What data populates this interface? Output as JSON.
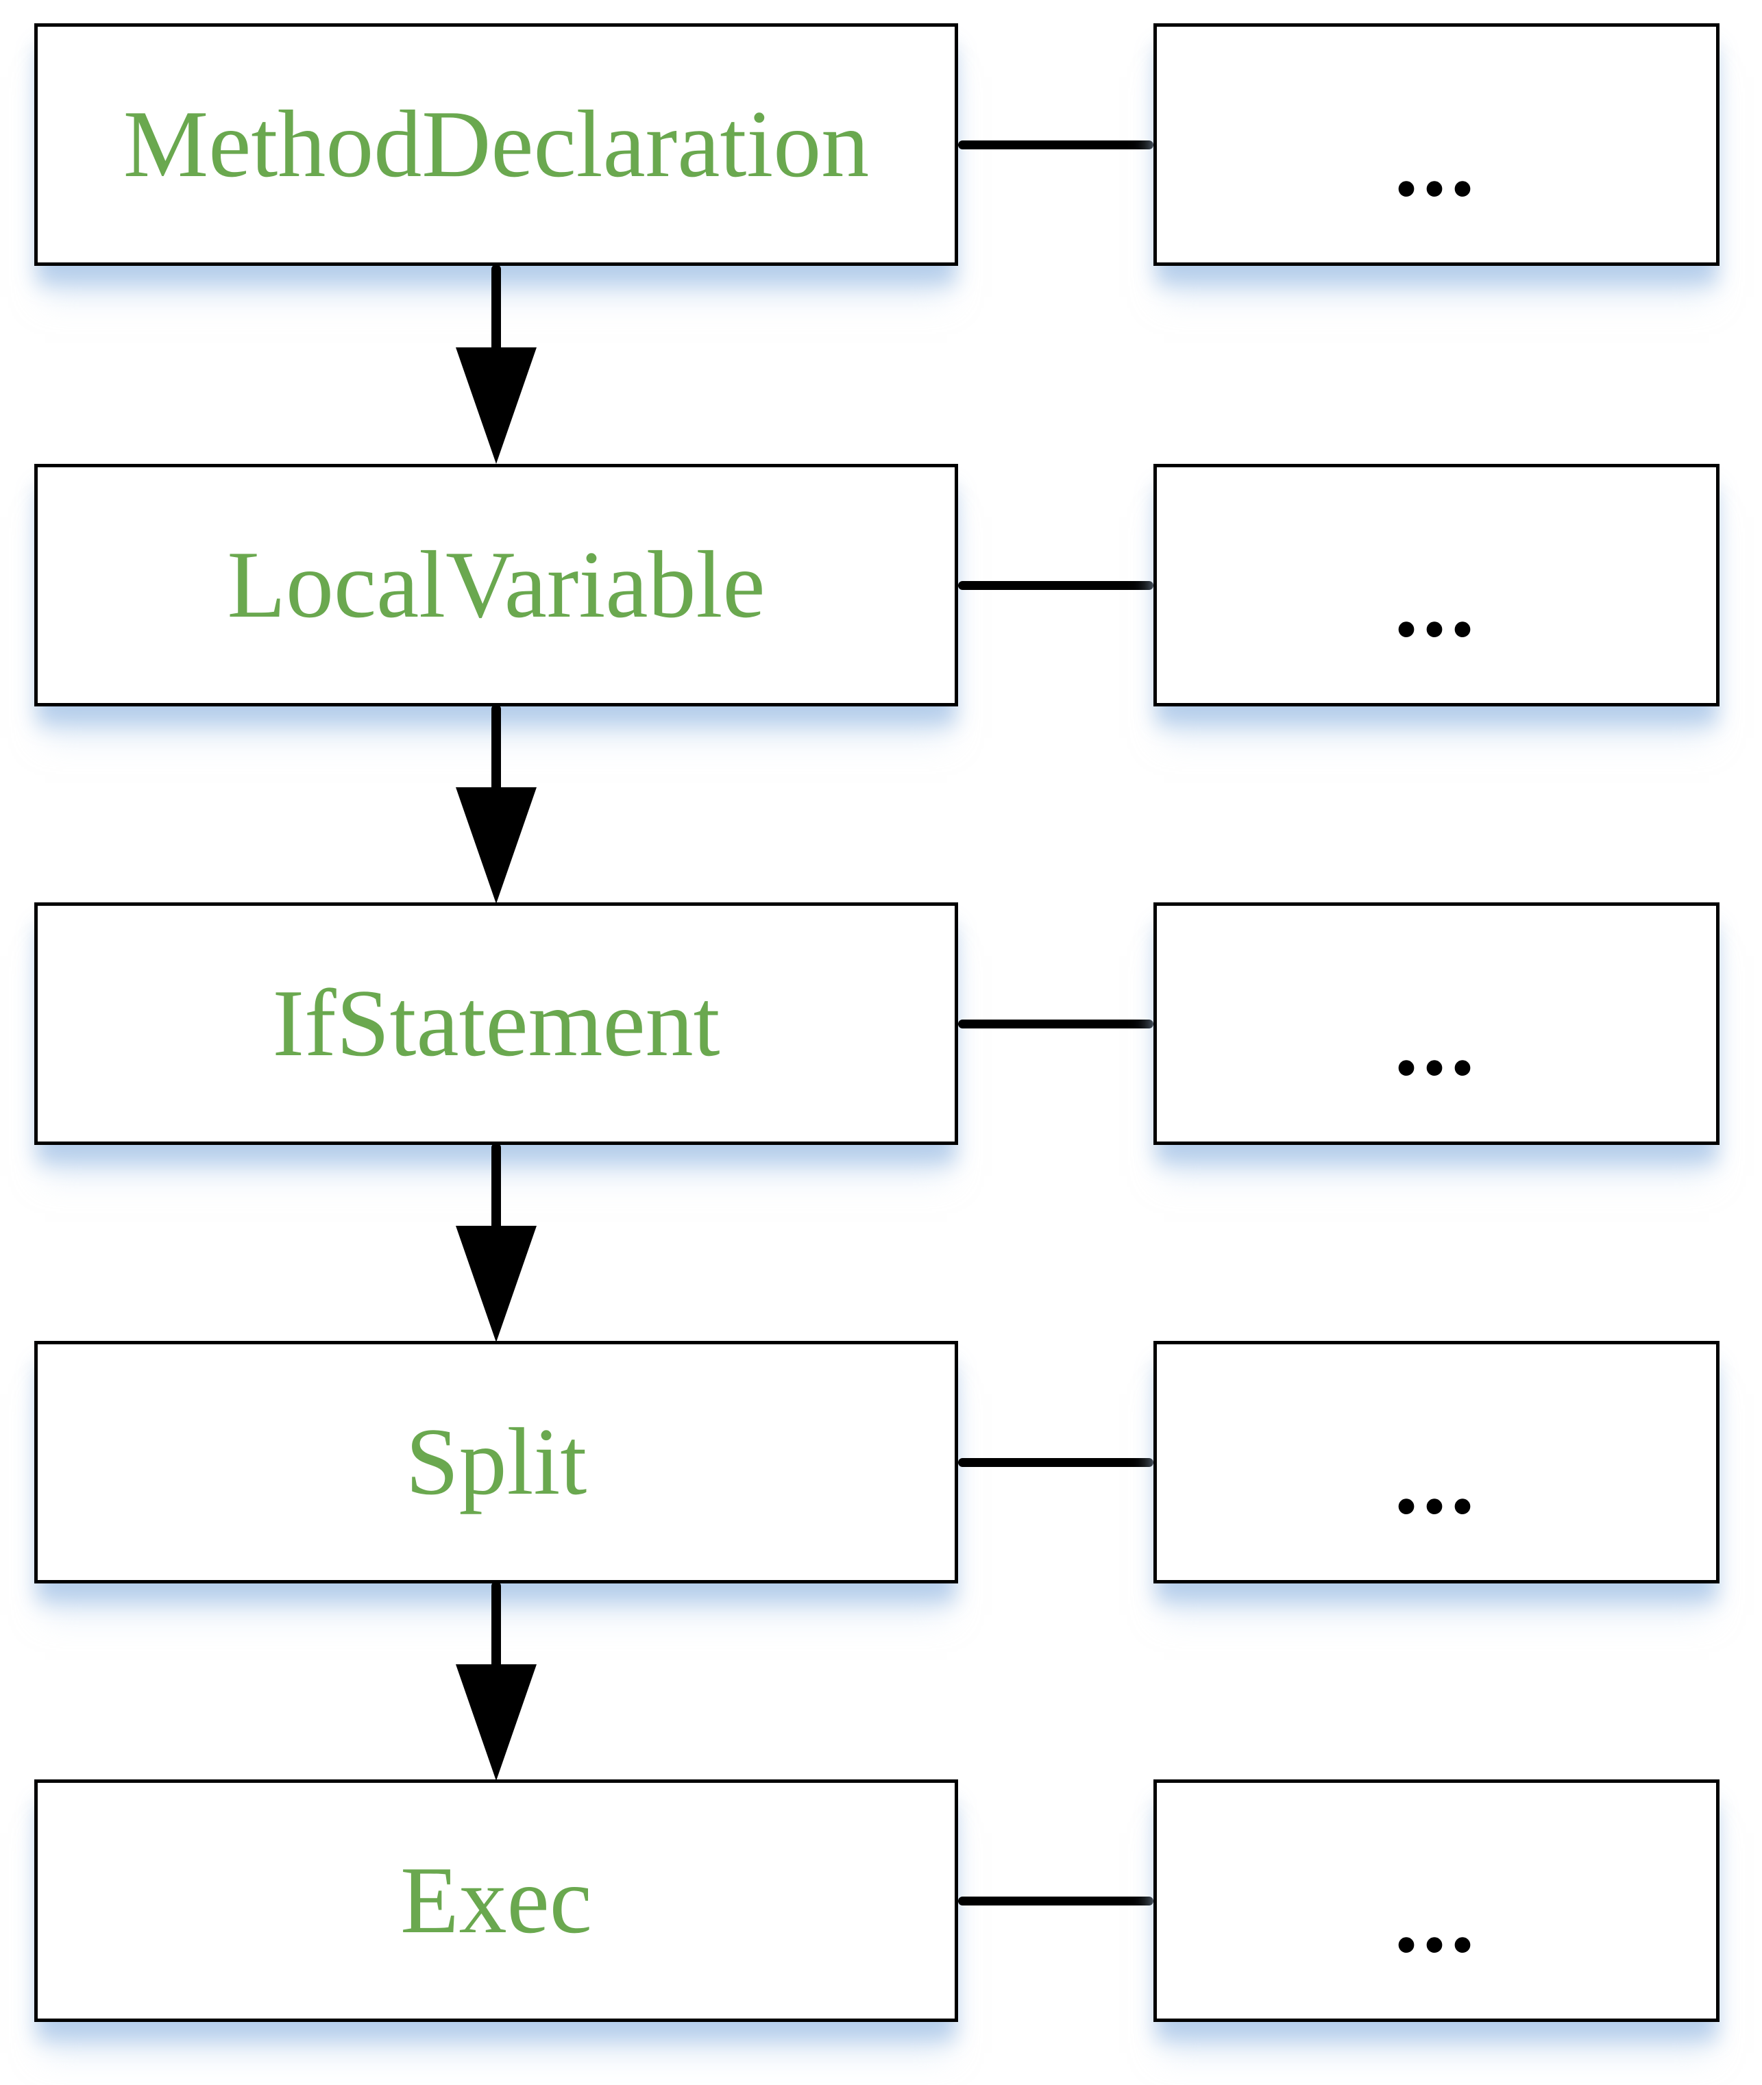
{
  "diagram": {
    "description": "Vertical flowchart of five nodes, each linked rightward to an elided detail box",
    "rows": [
      {
        "label": "MethodDeclaration",
        "side_label": "..."
      },
      {
        "label": "LocalVariable",
        "side_label": "..."
      },
      {
        "label": "IfStatement",
        "side_label": "..."
      },
      {
        "label": "Split",
        "side_label": "..."
      },
      {
        "label": "Exec",
        "side_label": "..."
      }
    ]
  },
  "colors": {
    "label-green": "#6aa84f",
    "line-black": "#000000"
  }
}
